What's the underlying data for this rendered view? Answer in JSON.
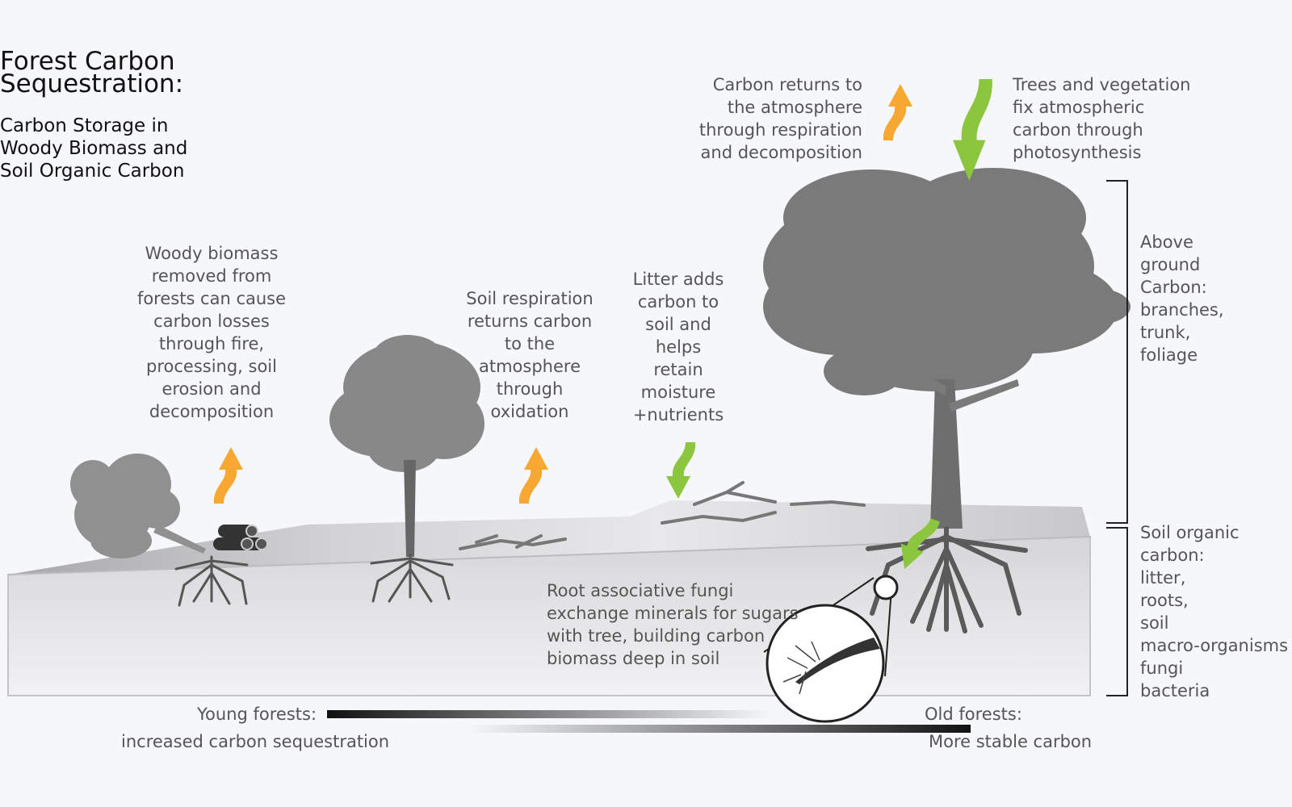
{
  "title": "Forest Carbon\nSequestration:",
  "subtitle": "Carbon Storage in\nWoody Biomass and\nSoil Organic Carbon",
  "labels": {
    "carbon_returns": "Carbon returns to\nthe atmosphere\nthrough respiration\nand decomposition",
    "trees_fix": "Trees and vegetation\nfix atmospheric\ncarbon through\nphotosynthesis",
    "woody_biomass": "Woody biomass\nremoved from\nforests  can cause\ncarbon losses\nthrough fire,\nprocessing, soil\nerosion and\ndecomposition",
    "soil_respiration": "Soil respiration\nreturns carbon\nto the\natmosphere\nthrough\noxidation",
    "litter": "Litter adds\ncarbon to\nsoil and\nhelps\nretain\nmoisture\n+nutrients",
    "above_ground": "Above\nground\nCarbon:\nbranches,\ntrunk,\nfoliage",
    "soil_organic": "Soil organic\ncarbon:\nlitter,\nroots,\nsoil\nmacro-organisms\nfungi\nbacteria",
    "root_fungi": "Root associative fungi\nexchange minerals for sugars\nwith tree, building carbon\nbiomass deep in  soil",
    "young_forests": "Young forests:",
    "young_forests_sub": "increased carbon sequestration",
    "old_forests": "Old forests:",
    "old_forests_sub": "More stable carbon"
  },
  "colors": {
    "release_arrow": "#f7a833",
    "uptake_arrow": "#8cc63f",
    "tree_fill": "#7a7a7a",
    "soil_block": "#e4e4e6"
  },
  "icons": [
    "fallen-tree-icon",
    "log-pile-icon",
    "young-tree-icon",
    "mature-tree-icon",
    "root-fungi-magnifier-icon"
  ]
}
